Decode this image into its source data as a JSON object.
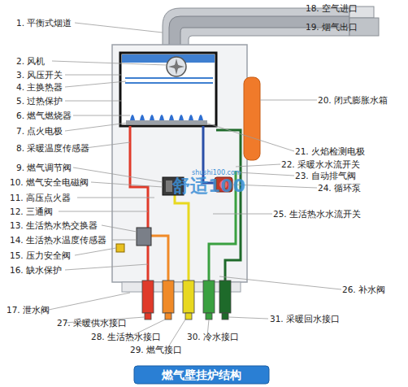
{
  "diagram": {
    "title": "燃气壁挂炉结构",
    "labels": [
      "1. 平衡式烟道",
      "2. 风机",
      "3. 风压开关",
      "4. 主换热器",
      "5. 过热保护",
      "6. 燃气燃烧器",
      "7. 点火电极",
      "8. 采暖温度传感器",
      "9. 燃气调节阀",
      "10. 燃气安全电磁阀",
      "11. 高压点火器",
      "12. 三通阀",
      "13. 生活热水热交换器",
      "14. 生活热水温度传感器",
      "15. 压力安全阀",
      "16. 缺水保护",
      "17. 泄水阀",
      "18. 空气进口",
      "19. 烟气出口",
      "20. 闭式膨胀水箱",
      "21. 火焰检测电极",
      "22. 采暖水水流开关",
      "23. 自动排气阀",
      "24. 循环泵",
      "25. 生活热水水流开关",
      "26. 补水阀",
      "27. 采暖供水接口",
      "28. 生活热水接口",
      "29. 燃气接口",
      "30. 冷水接口",
      "31. 采暖回水接口",
      "舒适100",
      "shushi100.com"
    ]
  }
}
